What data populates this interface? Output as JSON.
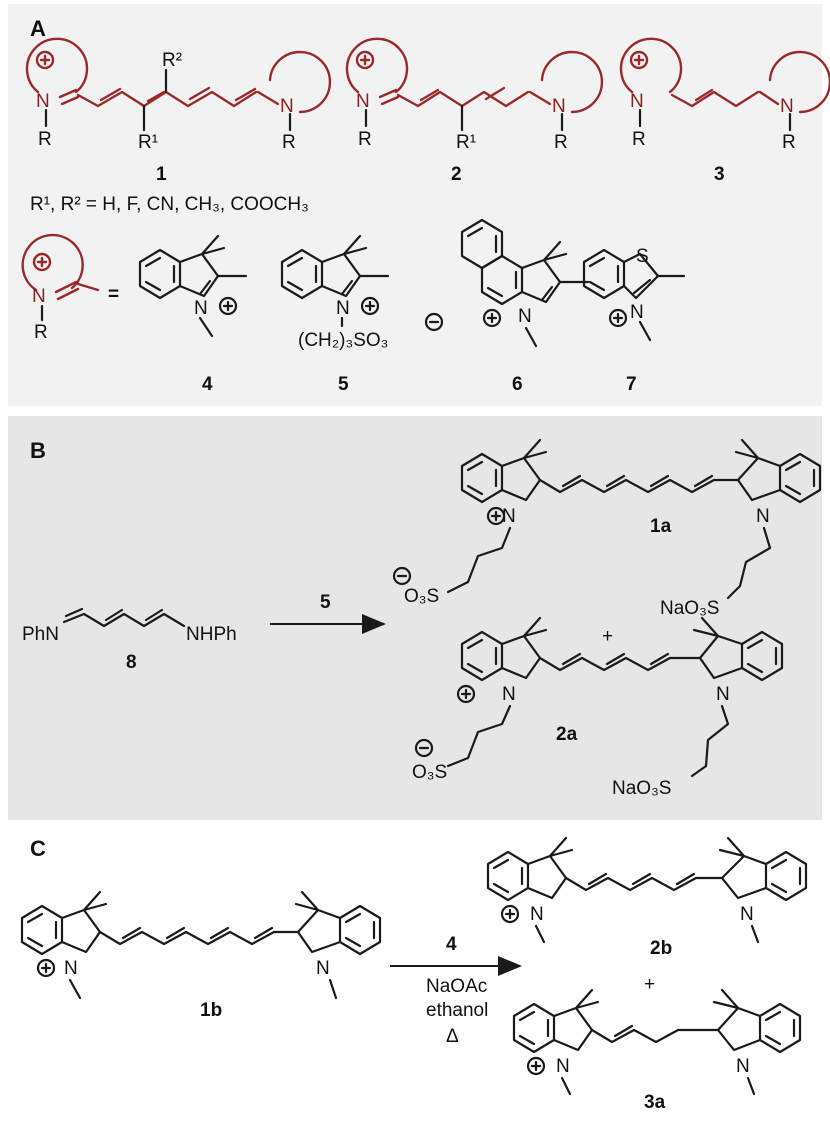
{
  "panels": {
    "a": {
      "letter": "A",
      "compounds": [
        "1",
        "2",
        "3"
      ],
      "substituent_text": "R¹, R² = H, F, CN, CH₃, COOCH₃",
      "substituent_labels": [
        "R¹",
        "R²",
        "R"
      ],
      "equals": "=",
      "heterocycles": [
        "4",
        "5",
        "6",
        "7"
      ],
      "sulfonate": "(CH₂)₃SO₃",
      "heteroatoms": [
        "N",
        "S"
      ]
    },
    "b": {
      "letter": "B",
      "reactant": "8",
      "reactant_left": "PhN",
      "reactant_right": "NHPh",
      "reagent": "5",
      "products": [
        "1a",
        "2a"
      ],
      "plus": "+",
      "anion_label": "O₃S",
      "salt_label": "NaO₃S"
    },
    "c": {
      "letter": "C",
      "reactant": "1b",
      "reagent": "4",
      "conditions": [
        "NaOAc",
        "ethanol",
        "Δ"
      ],
      "products": [
        "2b",
        "3a"
      ],
      "plus": "+"
    }
  },
  "colors": {
    "chromophore": "#9a2a2a",
    "panel_a_bg": "#f2f2f2",
    "panel_b_bg": "#e6e6e6",
    "panel_c_bg": "#ffffff"
  }
}
